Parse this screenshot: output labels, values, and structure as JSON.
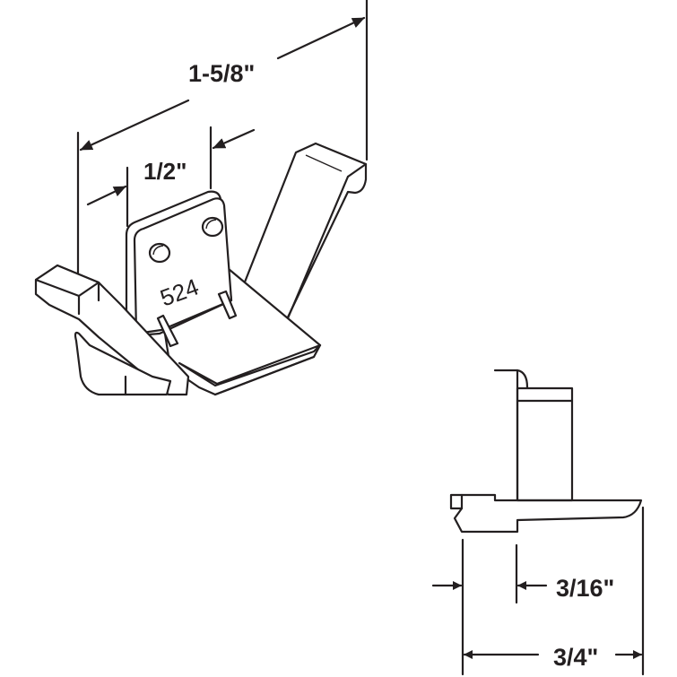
{
  "diagram": {
    "type": "technical-dimension-drawing",
    "part_number_label": "524",
    "line_color": "#231f20",
    "background_color": "#ffffff",
    "dimensions": {
      "overall_length": "1-5/8\"",
      "center_plate_width": "1/2\"",
      "flange_offset": "3/16\"",
      "base_width": "3/4\""
    },
    "views": [
      {
        "name": "isometric-view",
        "labels": [
          "1-5/8\"",
          "1/2\"",
          "524"
        ]
      },
      {
        "name": "side-profile-view",
        "labels": [
          "3/16\"",
          "3/4\""
        ]
      }
    ]
  }
}
